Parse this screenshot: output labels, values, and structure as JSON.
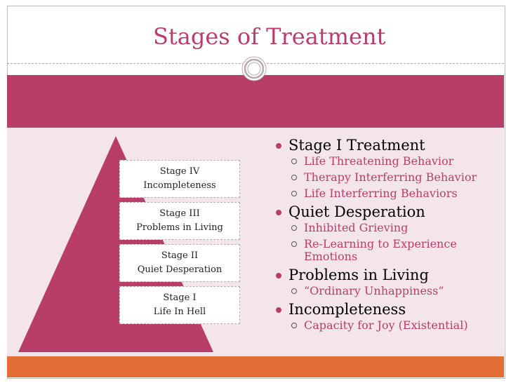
{
  "slide": {
    "title": "Stages of Treatment",
    "colors": {
      "accent": "#b83d68",
      "content_background": "#f3e5ea",
      "footer_bar": "#e46c35"
    }
  },
  "pyramid": {
    "stages": [
      {
        "line1": "Stage IV",
        "line2": "Incompleteness"
      },
      {
        "line1": "Stage III",
        "line2": "Problems in Living"
      },
      {
        "line1": "Stage II",
        "line2": "Quiet Desperation"
      },
      {
        "line1": "Stage I",
        "line2": "Life In Hell"
      }
    ]
  },
  "bullets": [
    {
      "text": "Stage I Treatment",
      "children": [
        "Life Threatening Behavior",
        "Therapy Interferring Behavior",
        "Life Interferring Behaviors"
      ]
    },
    {
      "text": "Quiet Desperation",
      "children": [
        "Inhibited Grieving",
        "Re-Learning to Experience Emotions"
      ]
    },
    {
      "text": "Problems in Living",
      "children": [
        "“Ordinary Unhappiness”"
      ]
    },
    {
      "text": "Incompleteness",
      "children": [
        "Capacity for Joy (Existential)"
      ]
    }
  ]
}
